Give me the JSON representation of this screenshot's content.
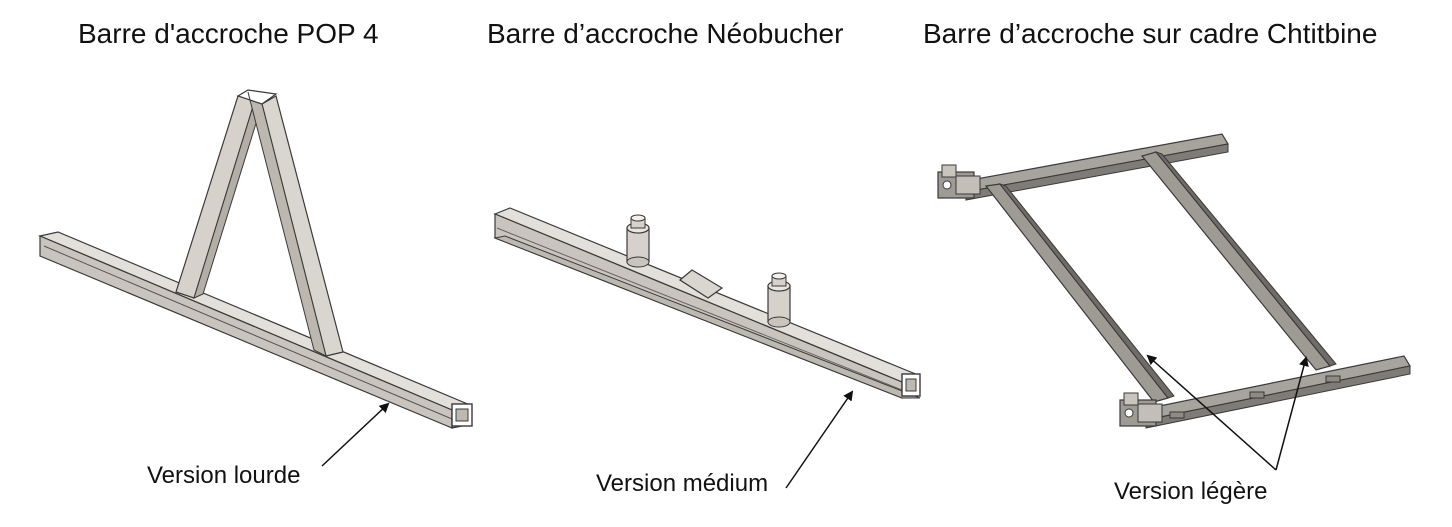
{
  "titles": {
    "pop4": "Barre d'accroche POP 4",
    "neobucher": "Barre d’accroche Néobucher",
    "chtitbine": "Barre d’accroche sur cadre Chtitbine"
  },
  "captions": {
    "heavy": "Version lourde",
    "medium": "Version médium",
    "light": "Version légère"
  },
  "colors": {
    "bar_light": "#d9d5cf",
    "bar_mid": "#bdb8b0",
    "bar_dark": "#8f8a83",
    "outline": "#3a3a3a",
    "frame_dark": "#77736e",
    "frame_mid": "#9e9a94"
  }
}
